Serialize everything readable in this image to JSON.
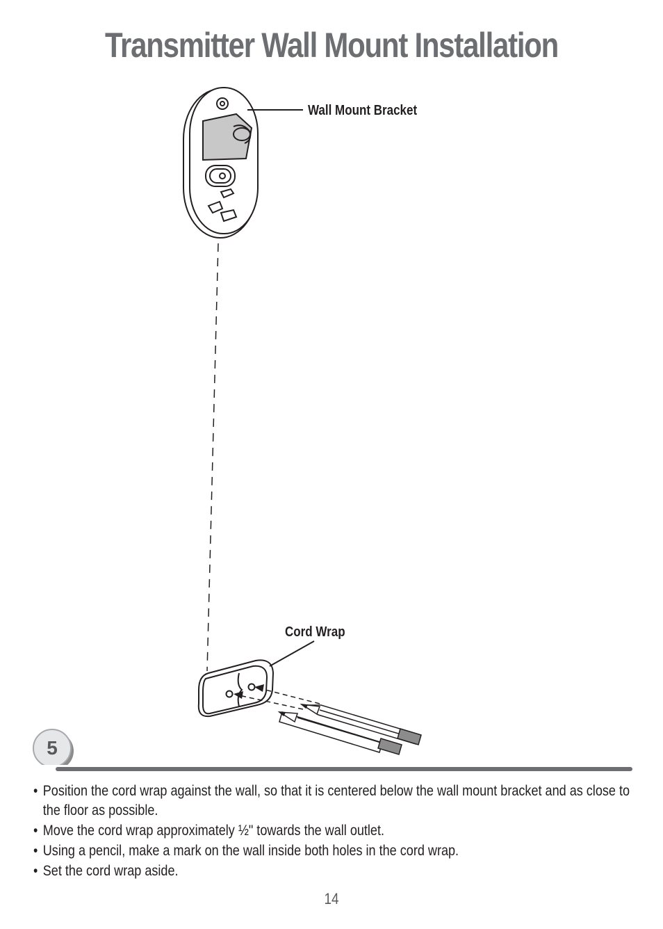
{
  "header": {
    "title": "Transmitter Wall Mount Installation"
  },
  "illustration": {
    "callouts": {
      "wall_mount_bracket": "Wall Mount Bracket",
      "cord_wrap": "Cord Wrap"
    }
  },
  "step": {
    "number": "5",
    "instructions": [
      "Position the cord wrap against the wall, so that it is centered below the wall mount bracket and as close to the floor as possible.",
      "Move the cord wrap approximately ½\" towards the wall outlet.",
      "Using a pencil, make a mark on the wall inside both holes in the cord wrap.",
      "Set the cord wrap aside."
    ]
  },
  "footer": {
    "page_number": "14"
  }
}
